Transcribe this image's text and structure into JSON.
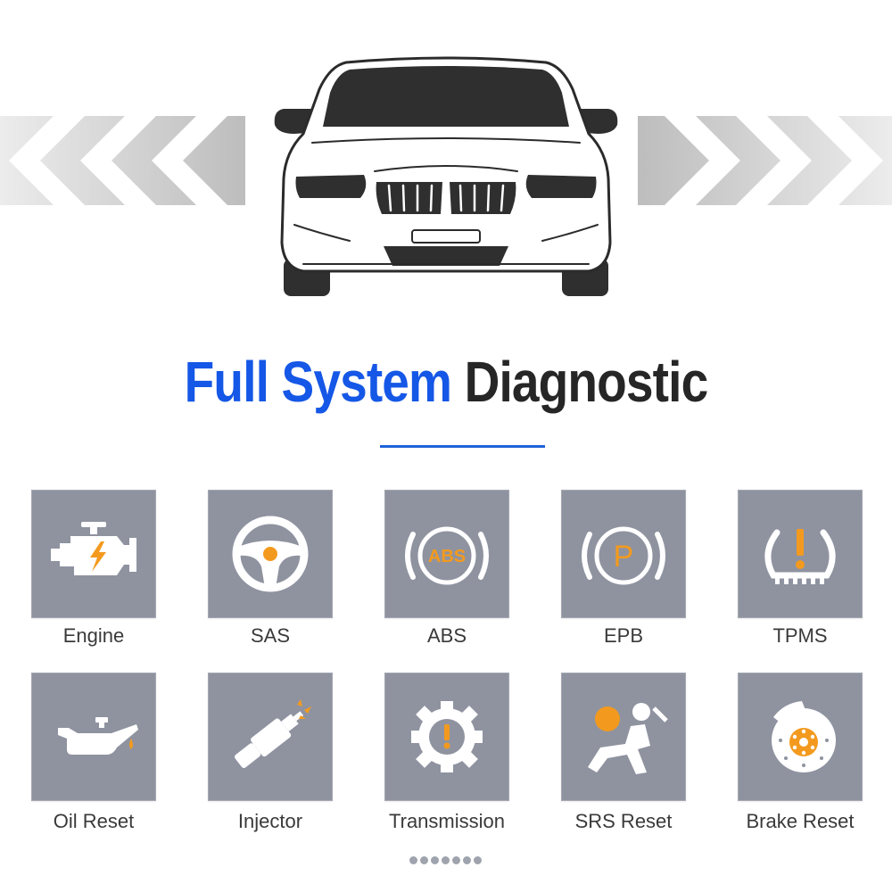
{
  "title": {
    "part1": "Full System",
    "part2": "Diagnostic"
  },
  "colors": {
    "accent_blue": "#1557e6",
    "tile_gray": "#8f93a0",
    "icon_orange": "#f39a1e",
    "text_dark": "#262626"
  },
  "features": [
    {
      "label": "Engine",
      "icon": "engine-icon"
    },
    {
      "label": "SAS",
      "icon": "steering-wheel-icon"
    },
    {
      "label": "ABS",
      "icon": "abs-icon",
      "icon_text": "ABS"
    },
    {
      "label": "EPB",
      "icon": "parking-brake-icon",
      "icon_text": "P"
    },
    {
      "label": "TPMS",
      "icon": "tire-pressure-icon"
    },
    {
      "label": "Oil Reset",
      "icon": "oil-can-icon"
    },
    {
      "label": "Injector",
      "icon": "injector-icon"
    },
    {
      "label": "Transmission",
      "icon": "gear-warning-icon"
    },
    {
      "label": "SRS Reset",
      "icon": "airbag-icon"
    },
    {
      "label": "Brake Reset",
      "icon": "brake-disc-icon"
    }
  ],
  "carousel": {
    "dot_count": 7
  }
}
